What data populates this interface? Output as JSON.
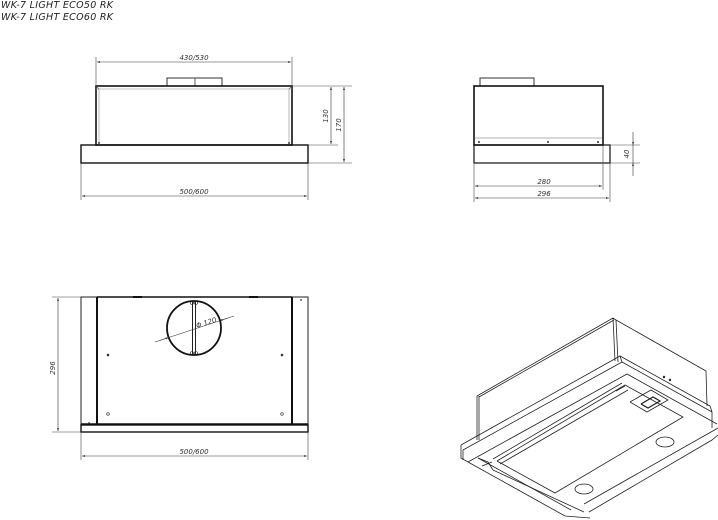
{
  "titles": [
    "WK-7 LIGHT ECO50 RK",
    "WK-7 LIGHT ECO60 RK"
  ],
  "front_view": {
    "width_top": "430/530",
    "width_bottom": "500/600",
    "height_body": "130",
    "height_total": "170"
  },
  "side_view": {
    "depth_inner": "280",
    "depth_outer": "296",
    "panel_height": "40"
  },
  "top_view": {
    "depth": "296",
    "width": "500/600",
    "outlet_diameter": "Φ 120"
  },
  "colors": {
    "line": "#1a1a1a",
    "thin": "#444444",
    "background": "#ffffff"
  }
}
